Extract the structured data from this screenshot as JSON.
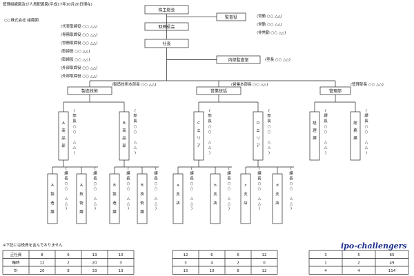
{
  "header": {
    "title": "管理組織図及び人員配置図(平成17年10月20日現在)",
    "company": "○○株式会社 組織図"
  },
  "top": {
    "shareholders": "株主総会",
    "auditor": "監査役",
    "board": "取締役会",
    "president": "社長",
    "internal_audit": "内部監査室"
  },
  "auditor_members": [
    "(常勤 ○○ △△)",
    "(常勤 ○○ △△)",
    "(非常勤 ○○ △△)"
  ],
  "board_members": [
    "(代表取締役 ○○ △△)",
    "(専務取締役 ○○ △△)",
    "(常務取締役 ○○ △△)",
    "(取締役 ○○ △△)",
    "(取締役 ○○ △△)",
    "(外部取締役 ○○ △△)",
    "(外部取締役 ○○ △△)"
  ],
  "internal_audit_head": "(室長 ○○ △△)",
  "divisions": [
    {
      "name": "製造技術",
      "head": "(製造技術本部長 ○○ △△)"
    },
    {
      "name": "営業統括",
      "head": "(営業本部長 ○○ △△)"
    },
    {
      "name": "管理部",
      "head": "(管理部長 ○○ △△)"
    }
  ],
  "departments": [
    {
      "name": "A商品部",
      "head": "(部長○○ △△)"
    },
    {
      "name": "B商品部",
      "head": "(部長○○ △△)"
    },
    {
      "name": "Cエリア",
      "head": "(部長○○ △△)"
    },
    {
      "name": "Dエリア",
      "head": "(部長○○ △△)"
    },
    {
      "name": "経理課",
      "head": "(課長○○ △△)"
    },
    {
      "name": "総務課",
      "head": "(課長○○ △△)"
    }
  ],
  "sections": [
    {
      "name": "A製造課",
      "head": "(課長○○ △△)"
    },
    {
      "name": "A技術課",
      "head": "(課長○○ △△)"
    },
    {
      "name": "B製造課",
      "head": "(課長○○ △△)"
    },
    {
      "name": "B技術課",
      "head": "(課長○○ △△)"
    },
    {
      "name": "a支店",
      "head": "(課長○○ △△)"
    },
    {
      "name": "b支店",
      "head": "(課長○○ △△)"
    },
    {
      "name": "c支店",
      "head": "(課長○○ △△)"
    },
    {
      "name": "d支店",
      "head": "(課長○○ △△)"
    }
  ],
  "note": "※下記には役員を含んでおりません",
  "stats": {
    "labels": [
      "正社員",
      "臨時",
      "計"
    ],
    "left_rows": [
      [
        "8",
        "6",
        "13",
        "10"
      ],
      [
        "12",
        "2",
        "20",
        "3"
      ],
      [
        "20",
        "8",
        "33",
        "13"
      ]
    ],
    "mid_rows": [
      [
        "12",
        "6",
        "6",
        "12"
      ],
      [
        "3",
        "4",
        "2",
        "0"
      ],
      [
        "15",
        "10",
        "8",
        "12"
      ]
    ],
    "right_rows": [
      [
        "3",
        "5",
        "65"
      ],
      [
        "1",
        "2",
        "49"
      ],
      [
        "4",
        "4",
        "114"
      ]
    ]
  },
  "watermark": "ipo-challengers"
}
